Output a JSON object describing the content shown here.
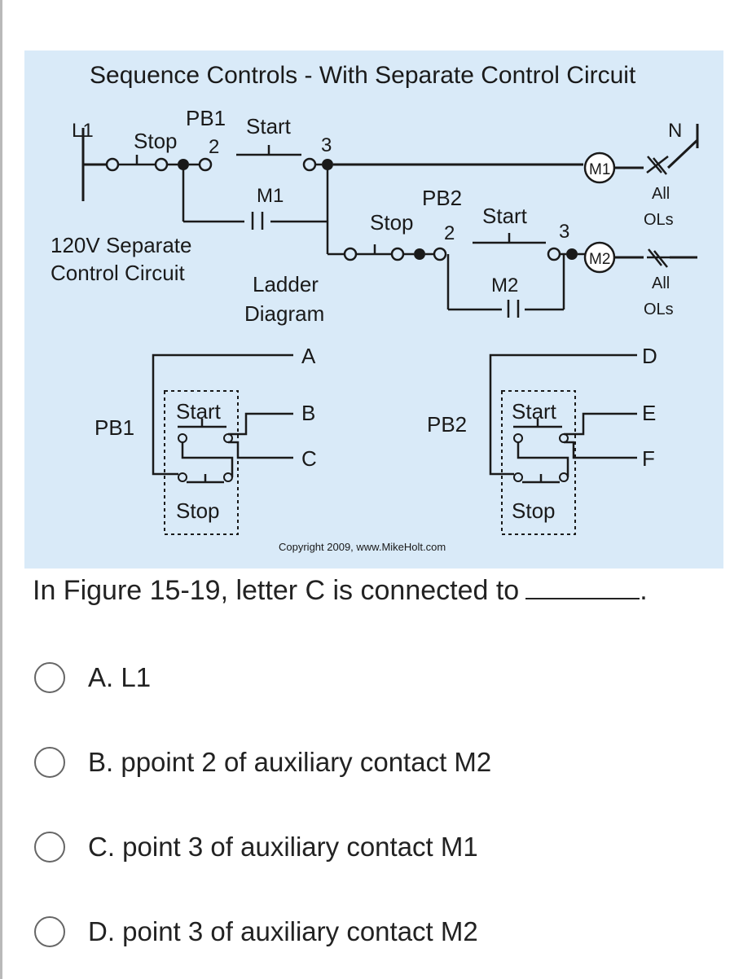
{
  "figure": {
    "title": "Sequence Controls - With Separate Control Circuit",
    "labels": {
      "l1": "L1",
      "n": "N",
      "pb1": "PB1",
      "pb2": "PB2",
      "start": "Start",
      "stop": "Stop",
      "two": "2",
      "three": "3",
      "m1": "M1",
      "m2": "M2",
      "all": "All",
      "ols": "OLs",
      "separate_line1": "120V Separate",
      "separate_line2": "Control Circuit",
      "ladder_line1": "Ladder",
      "ladder_line2": "Diagram",
      "a": "A",
      "b": "B",
      "c": "C",
      "d": "D",
      "e": "E",
      "f": "F",
      "copyright": "Copyright 2009, www.MikeHolt.com"
    }
  },
  "question": {
    "text": "In Figure 15-19, letter C is connected to",
    "blank_suffix": "."
  },
  "options": [
    {
      "label": "A. L1"
    },
    {
      "label": "B. ppoint 2 of auxiliary contact M2"
    },
    {
      "label": "C. point 3 of auxiliary contact M1"
    },
    {
      "label": "D. point 3 of auxiliary contact M2"
    }
  ],
  "colors": {
    "figure_background": "#d9eaf8",
    "wire": "#1a1a1a",
    "text": "#222222",
    "radio_border": "#666666"
  }
}
